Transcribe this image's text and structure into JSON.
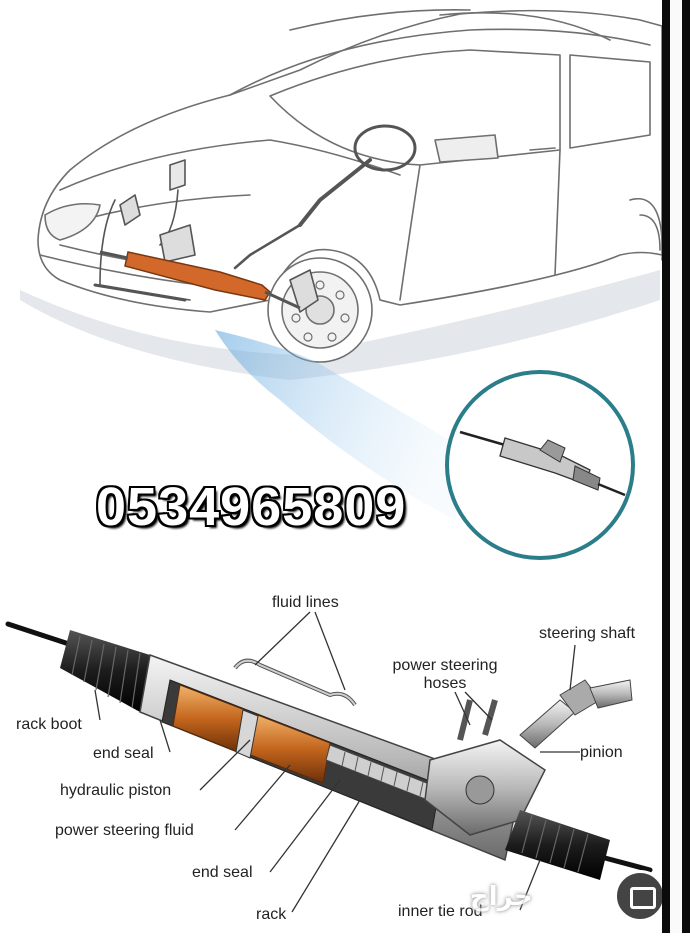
{
  "phone_number": "0534965809",
  "labels": {
    "fluid_lines": "fluid lines",
    "steering_shaft": "steering shaft",
    "power_steering_hoses_1": "power steering",
    "power_steering_hoses_2": "hoses",
    "rack_boot": "rack boot",
    "end_seal_1": "end seal",
    "pinion": "pinion",
    "hydraulic_piston": "hydraulic piston",
    "power_steering_fluid": "power steering fluid",
    "end_seal_2": "end seal",
    "rack": "rack",
    "inner_tie_rod": "inner tie rod"
  },
  "watermark": {
    "text": "حراج",
    "icon": "camera-icon"
  },
  "colors": {
    "rack_highlight": "#d2692a",
    "callout_circle": "#2b7d8a",
    "callout_beam": "#9cc8e8"
  }
}
